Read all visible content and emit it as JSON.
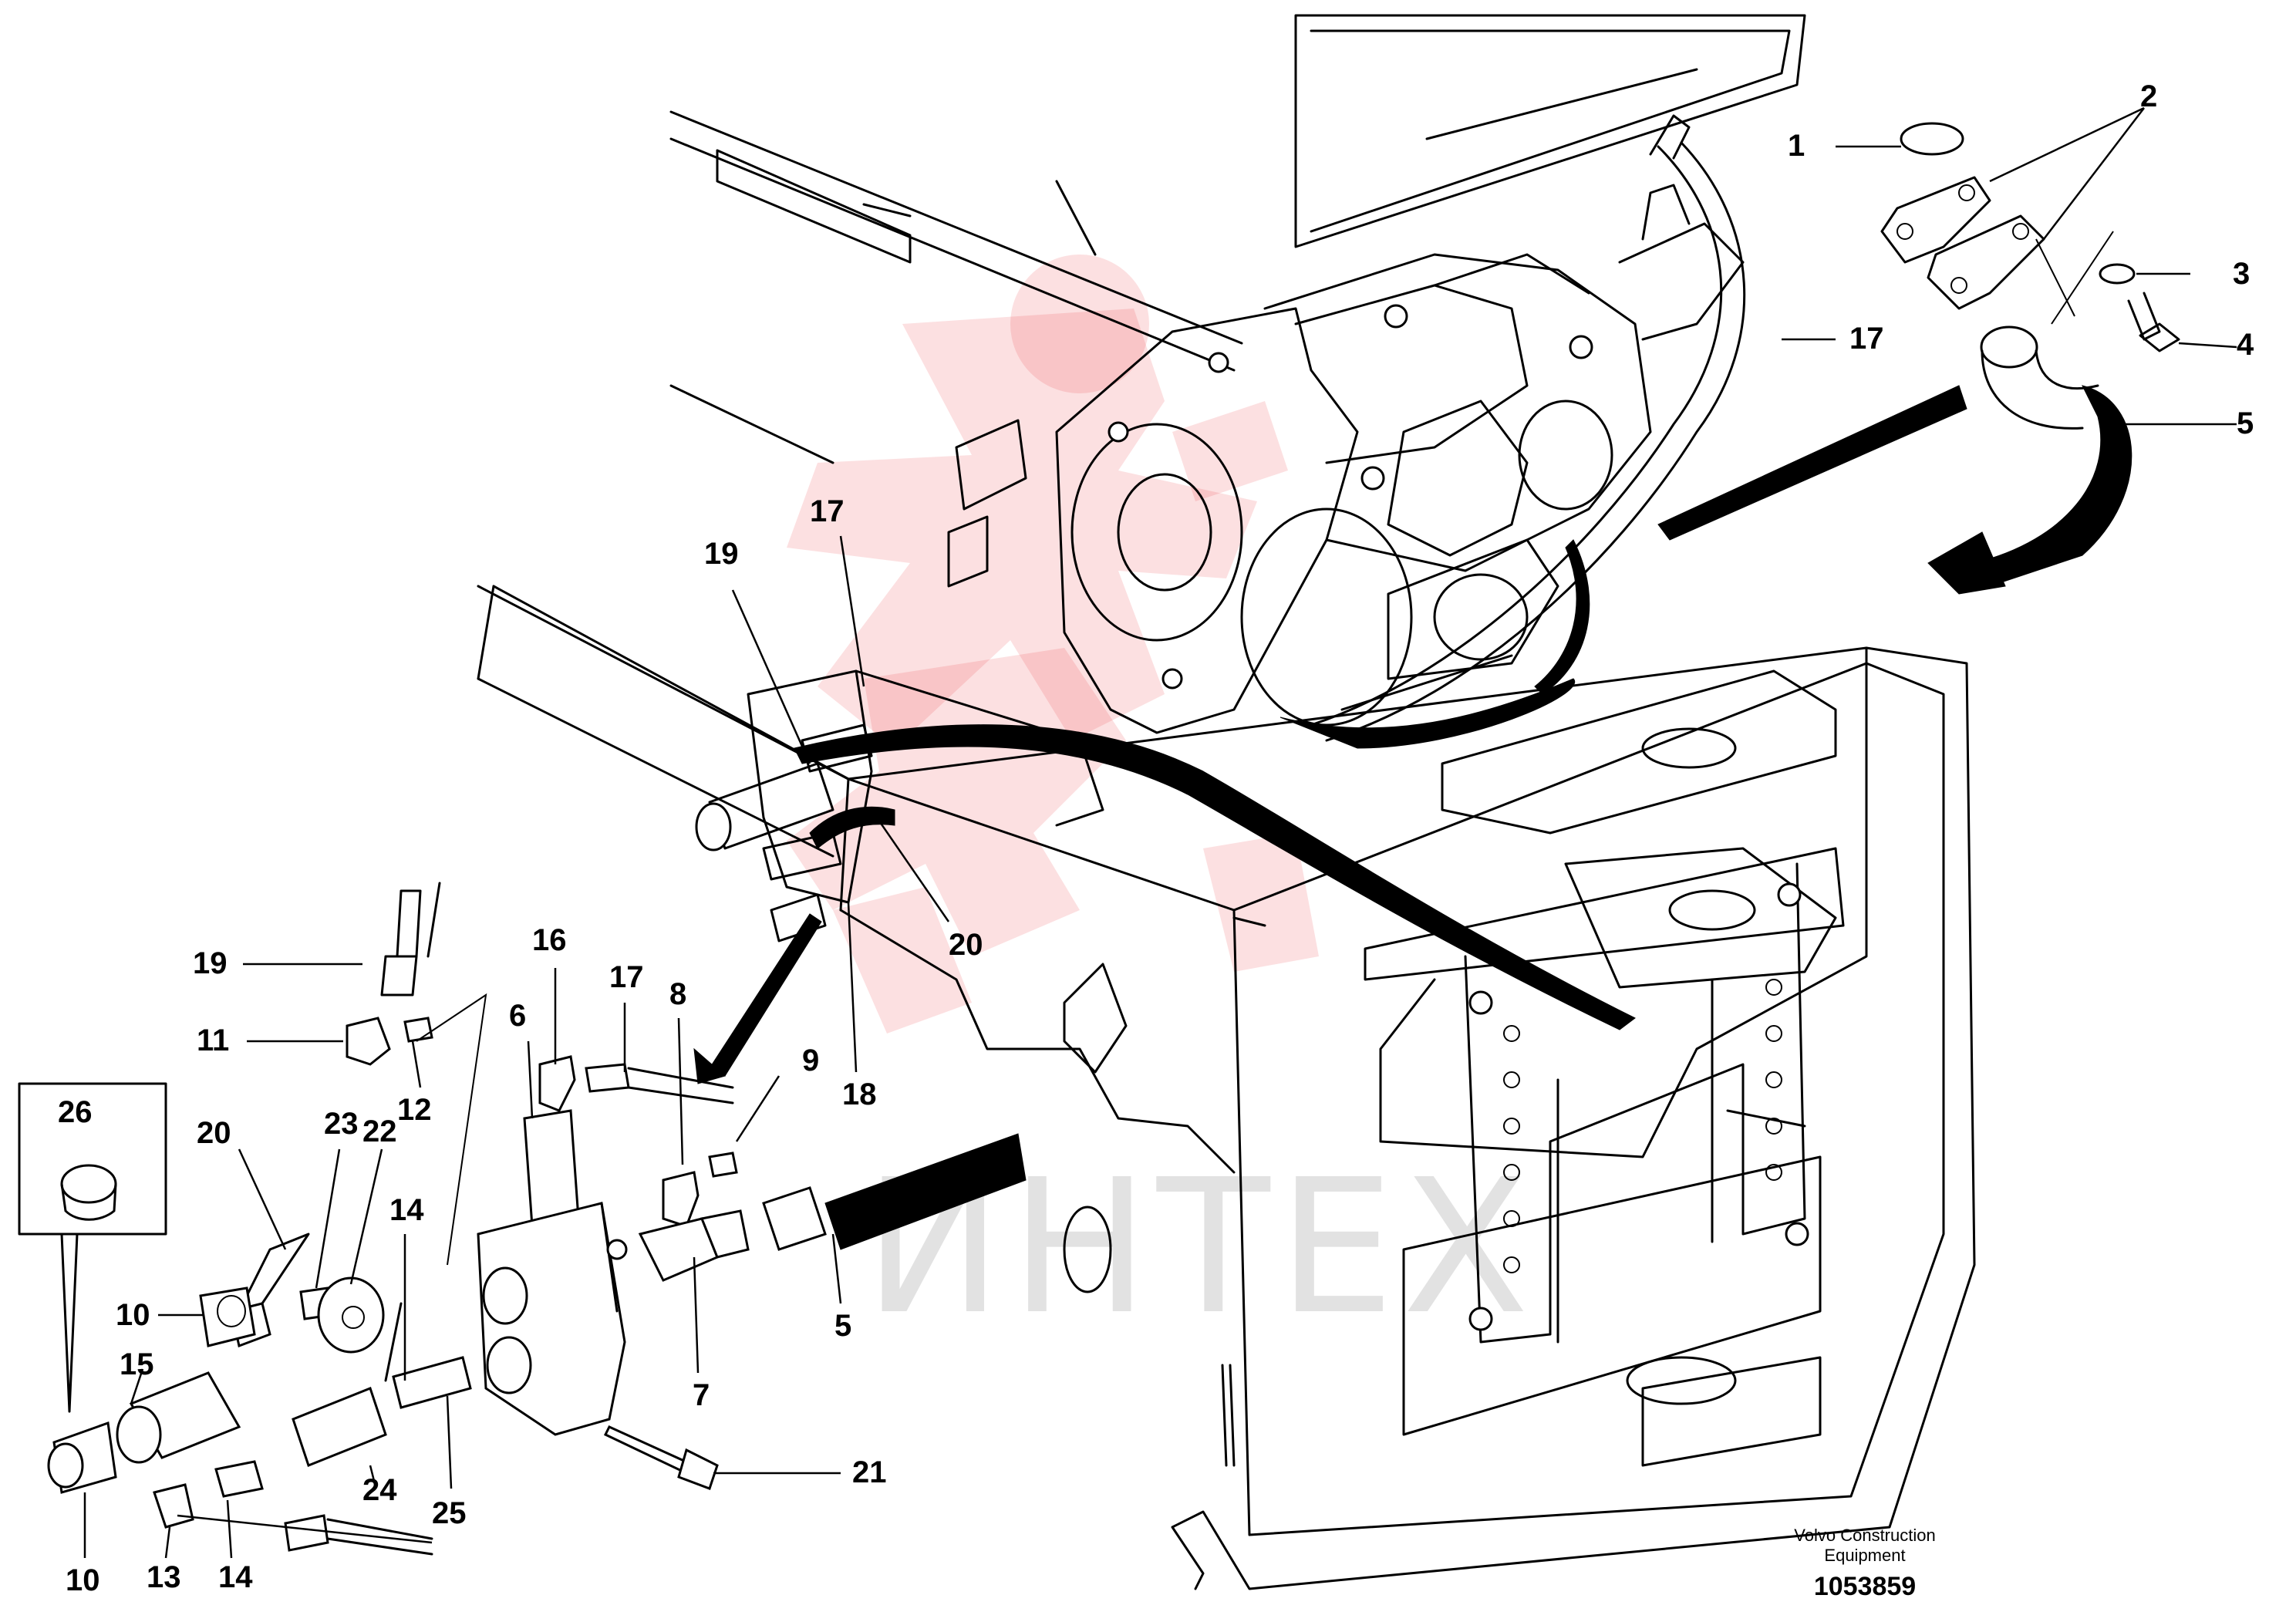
{
  "title_block": {
    "company_line1": "Volvo Construction",
    "company_line2": "Equipment",
    "drawing_number": "1053859"
  },
  "watermark": {
    "text": "ИНТЕХ",
    "logo_color": "#e8222b"
  },
  "callouts": {
    "c1": "1",
    "c2": "2",
    "c3": "3",
    "c4": "4",
    "c5_top": "5",
    "c17_top": "17",
    "c17_mid": "17",
    "c19_mid": "19",
    "c20_mid": "20",
    "c18": "18",
    "c19_left": "19",
    "c11": "11",
    "c12": "12",
    "c16": "16",
    "c17_low": "17",
    "c6": "6",
    "c8": "8",
    "c9": "9",
    "c20_left": "20",
    "c23": "23",
    "c22": "22",
    "c14_upper": "14",
    "c26": "26",
    "c10_upper": "10",
    "c15": "15",
    "c24": "24",
    "c25": "25",
    "c7": "7",
    "c5_low": "5",
    "c21": "21",
    "c10_lower": "10",
    "c13": "13",
    "c14_lower": "14"
  }
}
